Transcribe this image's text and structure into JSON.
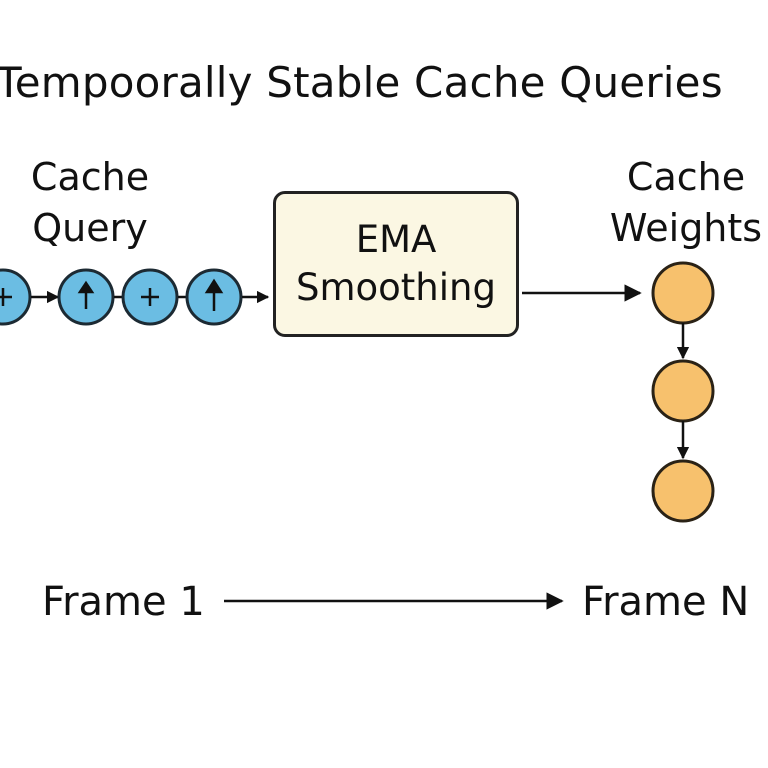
{
  "title": "Tempoorally Stable Cache Queries",
  "input": {
    "label_line1": "Cache",
    "label_line2": "Query",
    "query_nodes": [
      {
        "icon": "plus-arrow-icon"
      },
      {
        "icon": "up-arrow-icon"
      },
      {
        "icon": "plus-arrow-icon"
      },
      {
        "icon": "up-arrow-icon"
      }
    ],
    "node_color": "#6bbde3"
  },
  "process": {
    "label_line1": "EMA",
    "label_line2": "Smoothing",
    "box_color": "#fbf7e3"
  },
  "output": {
    "label_line1": "Cache",
    "label_line2": "Weights",
    "weight_nodes": 3,
    "node_color": "#f7c16d"
  },
  "timeline": {
    "start_label": "Frame 1",
    "end_label": "Frame N"
  }
}
